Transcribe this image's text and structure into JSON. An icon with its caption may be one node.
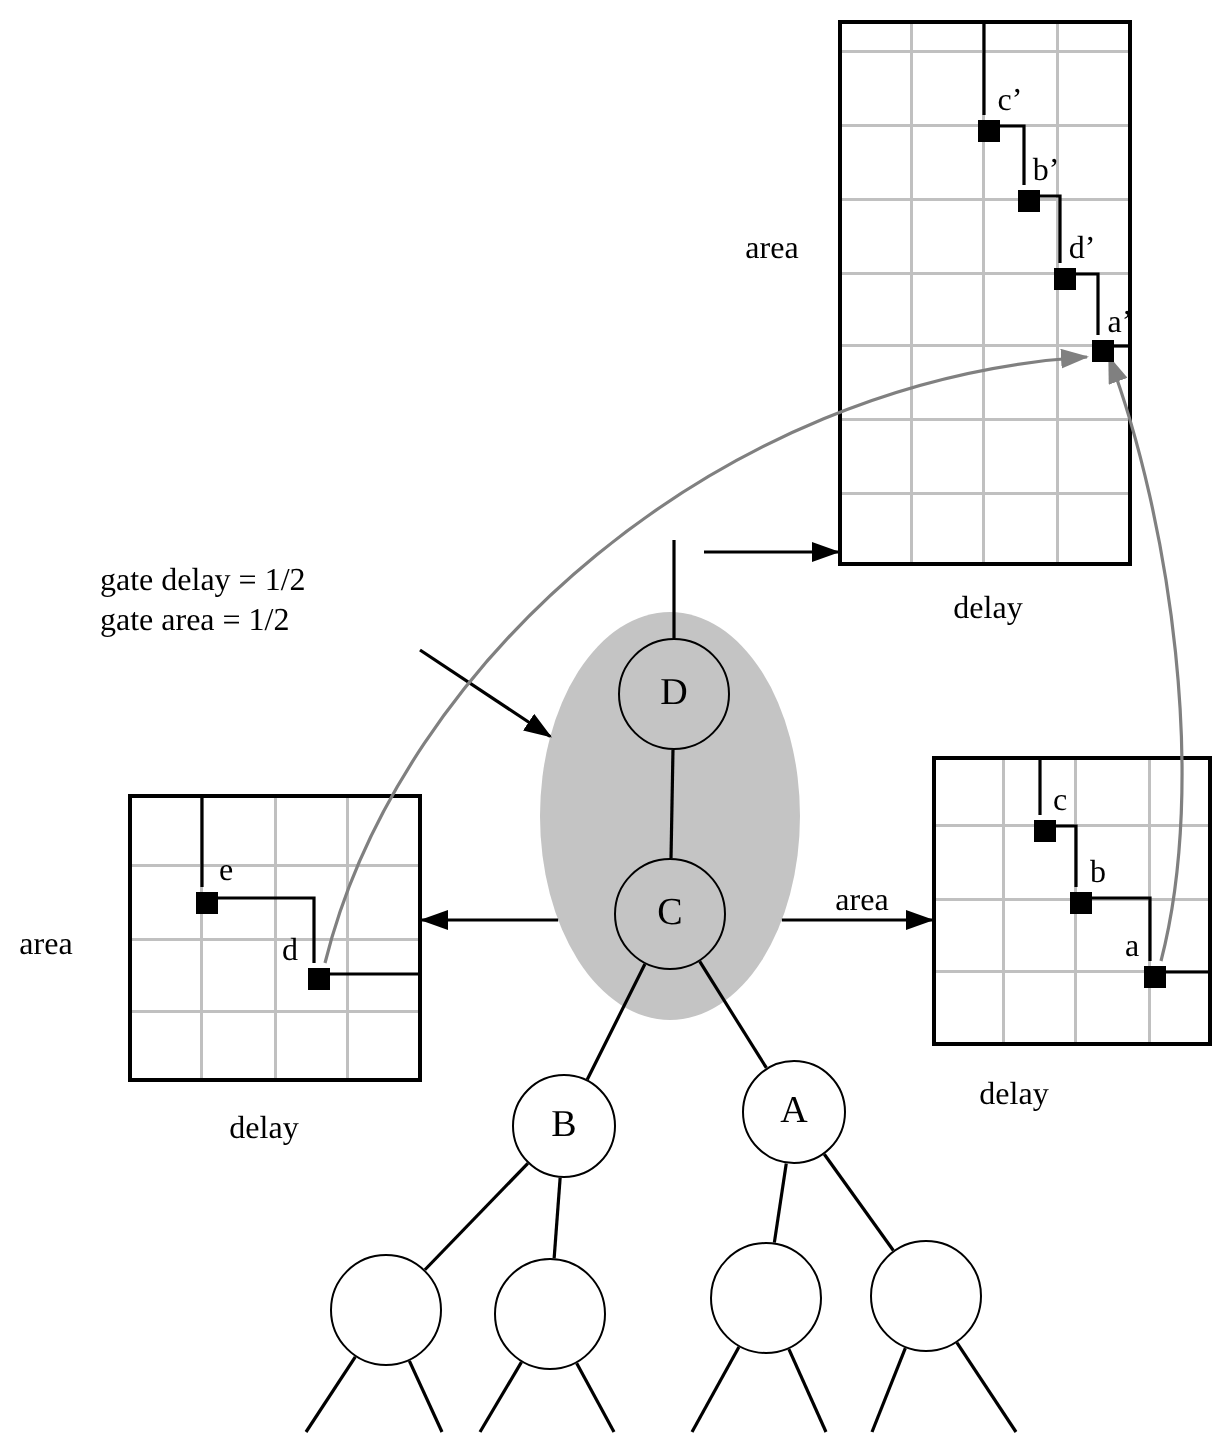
{
  "diagram": {
    "nodes": [
      {
        "text": [],
        "shape": "box",
        "beside": [
          "area",
          "delay"
        ]
      },
      {
        "text": [],
        "shape": "box",
        "in": 0,
        "beside": [
          "c’"
        ]
      },
      {
        "text": [],
        "shape": "box",
        "in": 0,
        "beside": [
          "b’"
        ]
      },
      {
        "text": [],
        "shape": "box",
        "in": 0,
        "beside": [
          "d’"
        ]
      },
      {
        "text": [],
        "shape": "box",
        "in": 0,
        "beside": [
          "a’"
        ]
      },
      {
        "text": [
          "gate delay = 1/2",
          "gate area = 1/2"
        ]
      },
      {
        "text": [],
        "shape": "ellipse"
      },
      {
        "text": [
          "D"
        ],
        "in": 6
      },
      {
        "text": [
          "C"
        ],
        "in": 6
      },
      {
        "text": [],
        "shape": "box",
        "beside": [
          "area",
          "delay"
        ]
      },
      {
        "text": [],
        "shape": "box",
        "in": 9,
        "beside": [
          "e"
        ]
      },
      {
        "text": [],
        "shape": "box",
        "in": 9,
        "beside": [
          "d"
        ]
      },
      {
        "text": [],
        "shape": "box",
        "beside": [
          "area",
          "delay"
        ]
      },
      {
        "text": [],
        "shape": "box",
        "in": 12,
        "beside": [
          "c"
        ]
      },
      {
        "text": [],
        "shape": "box",
        "in": 12,
        "beside": [
          "b"
        ]
      },
      {
        "text": [],
        "shape": "box",
        "in": 12,
        "beside": [
          "a"
        ]
      },
      {
        "text": [
          "B"
        ]
      },
      {
        "text": [
          "A"
        ]
      },
      {
        "text": [],
        "shape": "circle"
      },
      {
        "text": [],
        "shape": "circle"
      },
      {
        "text": [],
        "shape": "circle"
      },
      {
        "text": [],
        "shape": "circle"
      }
    ],
    "edges": [
      {
        "from": 7,
        "to": null,
        "arrow": "none"
      },
      {
        "from": 7,
        "to": 8,
        "arrow": "none"
      },
      {
        "from": 8,
        "to": 16,
        "arrow": "none"
      },
      {
        "from": 8,
        "to": 17,
        "arrow": "none"
      },
      {
        "from": 16,
        "to": 18,
        "arrow": "none"
      },
      {
        "from": 16,
        "to": 19,
        "arrow": "none"
      },
      {
        "from": 17,
        "to": 20,
        "arrow": "none"
      },
      {
        "from": 17,
        "to": 21,
        "arrow": "none"
      },
      {
        "from": 18,
        "to": null,
        "arrow": "none"
      },
      {
        "from": 18,
        "to": null,
        "arrow": "none"
      },
      {
        "from": 19,
        "to": null,
        "arrow": "none"
      },
      {
        "from": 19,
        "to": null,
        "arrow": "none"
      },
      {
        "from": 20,
        "to": null,
        "arrow": "none"
      },
      {
        "from": 20,
        "to": null,
        "arrow": "none"
      },
      {
        "from": 21,
        "to": null,
        "arrow": "none"
      },
      {
        "from": 21,
        "to": null,
        "arrow": "none"
      },
      {
        "from": 5,
        "to": 6,
        "arrow": "to"
      },
      {
        "from": null,
        "to": 0,
        "arrow": "to"
      },
      {
        "from": 6,
        "to": 9,
        "arrow": "to"
      },
      {
        "from": 6,
        "to": 12,
        "arrow": "to"
      },
      {
        "from": null,
        "to": 1,
        "arrow": "none"
      },
      {
        "from": 1,
        "to": 2,
        "arrow": "none"
      },
      {
        "from": 2,
        "to": 3,
        "arrow": "none"
      },
      {
        "from": 3,
        "to": 4,
        "arrow": "none"
      },
      {
        "from": 4,
        "to": null,
        "arrow": "none"
      },
      {
        "from": null,
        "to": 10,
        "arrow": "none"
      },
      {
        "from": 10,
        "to": 11,
        "arrow": "none"
      },
      {
        "from": 11,
        "to": null,
        "arrow": "none"
      },
      {
        "from": null,
        "to": 13,
        "arrow": "none"
      },
      {
        "from": 13,
        "to": 14,
        "arrow": "none"
      },
      {
        "from": 14,
        "to": 15,
        "arrow": "none"
      },
      {
        "from": 15,
        "to": null,
        "arrow": "none"
      },
      {
        "from": 11,
        "to": 4,
        "arrow": "to",
        "color": "#808080"
      },
      {
        "from": 15,
        "to": 4,
        "arrow": "to",
        "color": "#808080"
      }
    ]
  }
}
